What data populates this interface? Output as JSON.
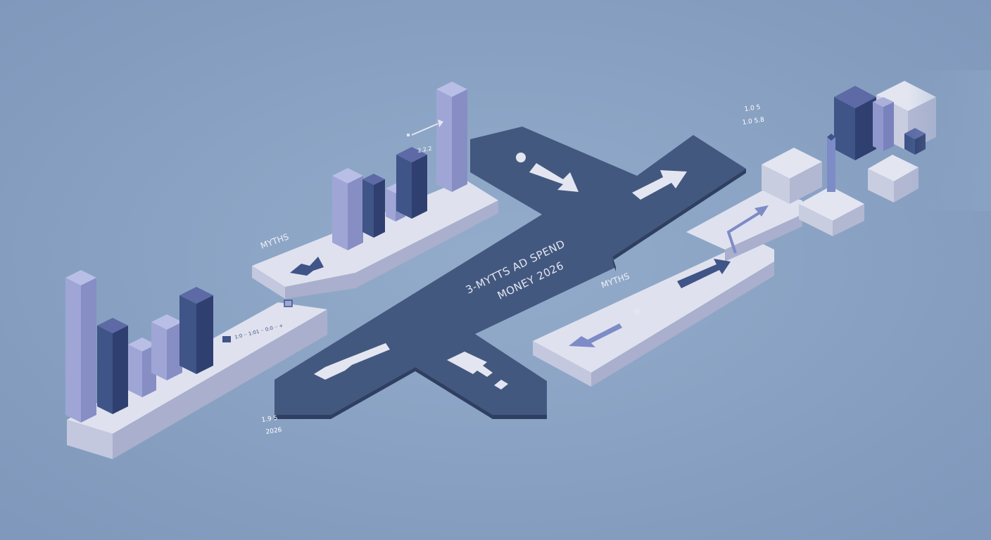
{
  "colors": {
    "background": "#8aa3c4",
    "road_top": "#43587f",
    "road_side": "#2f3f62",
    "platform_top": "#dfe2ee",
    "platform_left": "#c3c8de",
    "platform_right": "#a9afcc",
    "bar_dark": "#3f5487",
    "bar_mid": "#6d7cb8",
    "bar_light": "#9fa6d6",
    "arrow_light": "#e3e6f1",
    "arrow_dark": "#3f5487"
  },
  "labels": {
    "road_line1": "3-MYTTS AD SPEND",
    "road_line2": "MONEY 2026",
    "myths_left": "MYTHS",
    "myths_right": "MYTHS",
    "tiny_left_1": "1.9 5",
    "tiny_left_2": "2026",
    "tiny_right_1": "1.0 5",
    "tiny_right_2": "1.0 5.8",
    "tiny_top_mark": "2.2.2",
    "tiny_row": "1:0 ·· 1:01 ·· 0:0 ·· +"
  },
  "icons": [
    "arrow-right-up-icon",
    "arrow-right-down-icon",
    "arrow-left-icon",
    "arrow-up-icon",
    "double-arrow-icon",
    "arrow-left-down-icon",
    "arrow-right-icon"
  ]
}
